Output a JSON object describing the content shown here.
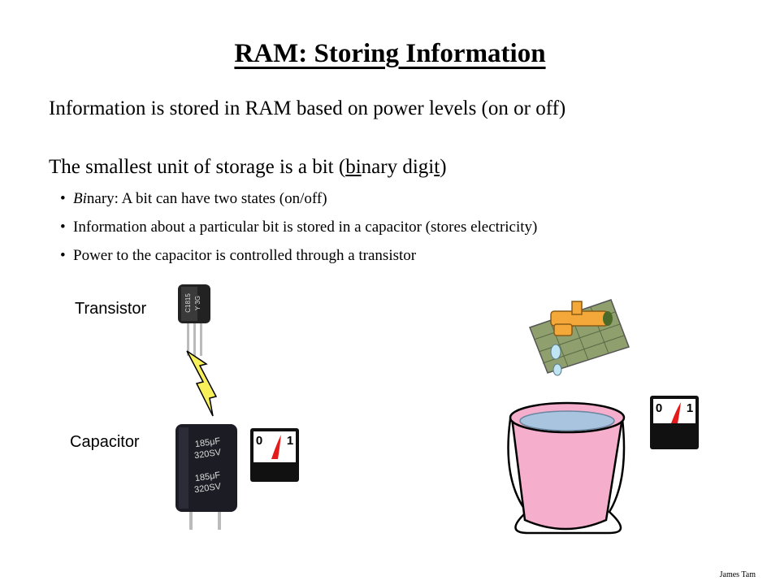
{
  "slide": {
    "title": "RAM: Storing Information",
    "line1": "Information is stored in RAM based on power levels (on or off)",
    "line2": {
      "pre": "The smallest unit of storage is a bit (",
      "bi": "bi",
      "nary": "nary digi",
      "t": "t",
      "post": ")"
    },
    "bullets": [
      {
        "bi": "Bi",
        "rest": "nary: A bit can have two states (on/off)"
      },
      {
        "text": "Information about a particular bit is stored in a capacitor (stores electricity)"
      },
      {
        "text": "Power to the capacitor is controlled through a transistor"
      }
    ],
    "labels": {
      "transistor": "Transistor",
      "capacitor": "Capacitor"
    },
    "transistor_marking": [
      "C1815",
      "Y 3G"
    ],
    "capacitor_marking": [
      "185μF",
      "320SV"
    ],
    "gauge": {
      "min_label": "0",
      "max_label": "1"
    },
    "footer": "James Tam"
  }
}
